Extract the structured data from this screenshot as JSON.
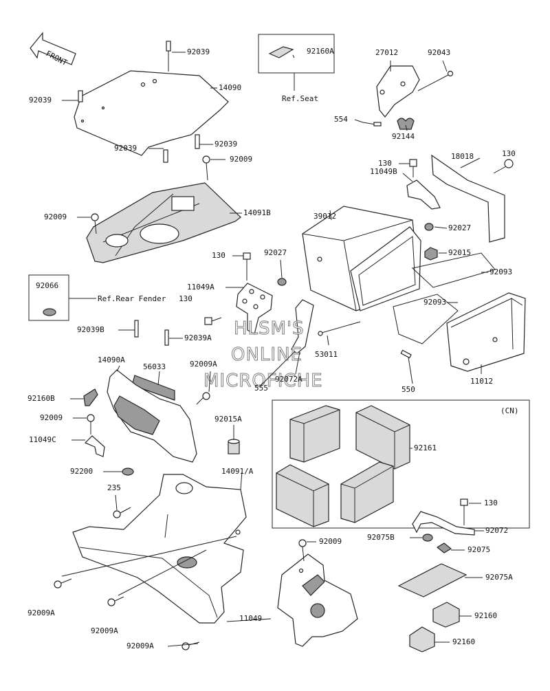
{
  "front_label": "FRONT",
  "watermark": [
    "HLSM'S",
    "ONLINE",
    "MICROFICHE"
  ],
  "callouts": {
    "c92039_top": "92039",
    "c14090": "14090",
    "c92039_left": "92039",
    "c92039_mid": "92039",
    "c92039_bottom": "92039",
    "c92009_top": "92009",
    "c14091B": "14091B",
    "c92009_left": "92009",
    "c92066": "92066",
    "ref_rear_fender": "Ref.Rear Fender",
    "c130_ref": "130",
    "c92160A": "92160A",
    "ref_seat": "Ref.Seat",
    "c27012": "27012",
    "c92043": "92043",
    "c554": "554",
    "c92144": "92144",
    "c130_a": "130",
    "c18018": "18018",
    "c130_b": "130",
    "c11049B": "11049B",
    "c39012": "39012",
    "c92027_a": "92027",
    "c130_c": "130",
    "c92027_b": "92027",
    "c92015": "92015",
    "c11049A": "11049A",
    "c92093_a": "92093",
    "c92093_b": "92093",
    "c92039B": "92039B",
    "c92039A": "92039A",
    "c14090A": "14090A",
    "c56033": "56033",
    "c92009A_a": "92009A",
    "c53011": "53011",
    "c92072A": "92072A",
    "c555": "555",
    "c550": "550",
    "c11012": "11012",
    "c92160B": "92160B",
    "c92009_b": "92009",
    "c11049C": "11049C",
    "c92015A": "92015A",
    "c92200": "92200",
    "c14091A": "14091/A",
    "c235": "235",
    "cn": "(CN)",
    "c92161": "92161",
    "c130_d": "130",
    "c92072": "92072",
    "c92075B": "92075B",
    "c92075": "92075",
    "c92009_c": "92009",
    "c92075A": "92075A",
    "c92009A_b": "92009A",
    "c92009A_c": "92009A",
    "c11049": "11049",
    "c92009A_d": "92009A",
    "c92160_a": "92160",
    "c92160_b": "92160"
  }
}
